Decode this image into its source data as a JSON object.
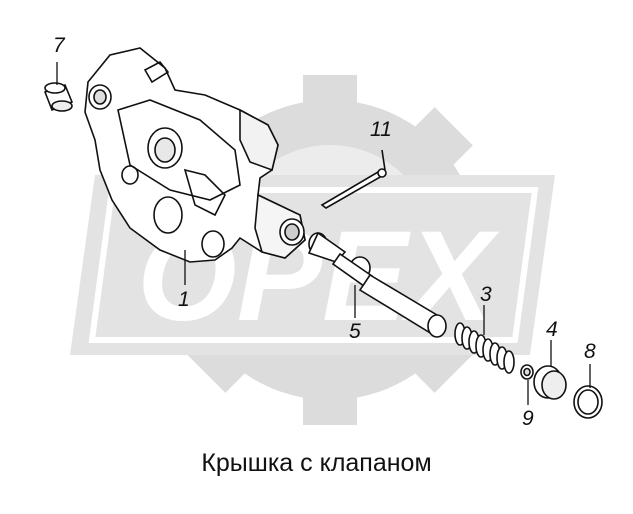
{
  "watermark": {
    "text": "OPEX",
    "gear_color": "#d9d9d9",
    "letter_color": "#ffffff"
  },
  "callouts": {
    "p1": "1",
    "p3": "3",
    "p4": "4",
    "p5": "5",
    "p7": "7",
    "p8": "8",
    "p9": "9",
    "p11": "11"
  },
  "caption": "Крышка с клапаном"
}
